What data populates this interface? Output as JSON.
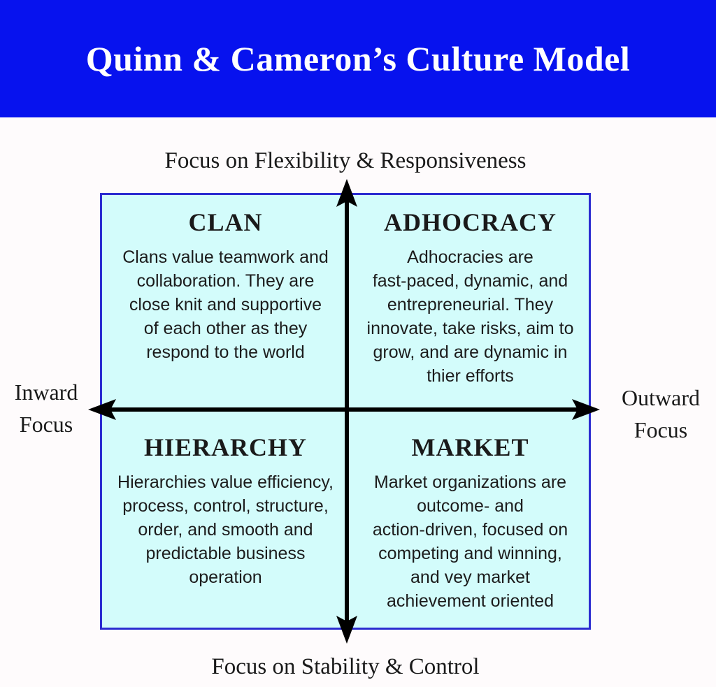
{
  "title": "Quinn & Cameron’s Culture Model",
  "axes": {
    "top": "Focus on Flexibility & Responsiveness",
    "bottom": "Focus on Stability & Control",
    "left": "Inward\nFocus",
    "right": "Outward\nFocus"
  },
  "quadrants": [
    {
      "id": "clan",
      "heading": "CLAN",
      "body": "Clans value teamwork and\ncollaboration. They are\nclose knit and supportive\nof each other as they\nrespond to the world"
    },
    {
      "id": "adhocracy",
      "heading": "ADHOCRACY",
      "body": "Adhocracies are\nfast-paced, dynamic, and\nentrepreneurial. They\ninnovate, take risks, aim to\ngrow, and are dynamic in\nthier efforts"
    },
    {
      "id": "hierarchy",
      "heading": "HIERARCHY",
      "body": "Hierarchies value efficiency,\nprocess, control, structure,\norder, and smooth and\npredictable business\noperation"
    },
    {
      "id": "market",
      "heading": "MARKET",
      "body": "Market organizations are\noutcome- and\naction-driven, focused on\ncompeting and winning,\nand vey market\nachievement oriented"
    }
  ],
  "colors": {
    "banner": "#0712ee",
    "title_text": "#ffffff",
    "box_fill": "#d3fcfb",
    "box_border": "#2b2bd0",
    "arrow": "#000000",
    "text": "#1a1a1a",
    "background": "#fefbfc"
  }
}
